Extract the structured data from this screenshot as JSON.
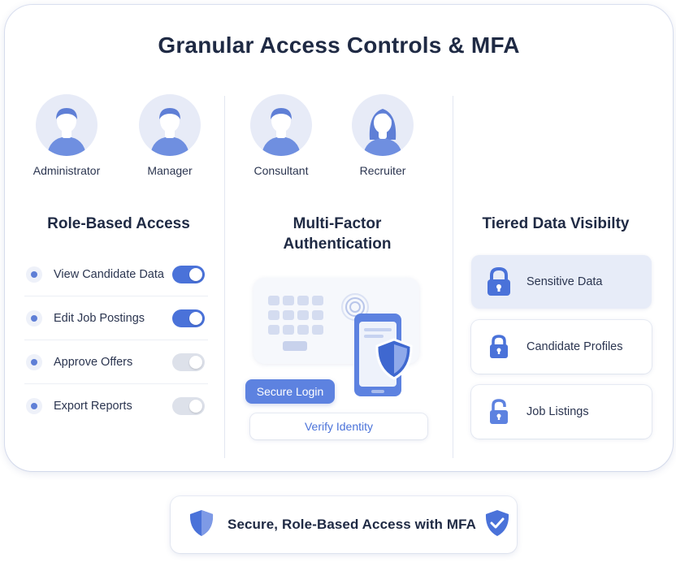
{
  "title": "Granular Access Controls & MFA",
  "roles": [
    {
      "label": "Administrator",
      "icon": "male-avatar-icon"
    },
    {
      "label": "Manager",
      "icon": "male-avatar-icon"
    },
    {
      "label": "Consultant",
      "icon": "male-avatar-icon"
    },
    {
      "label": "Recruiter",
      "icon": "female-avatar-icon"
    }
  ],
  "role_based": {
    "title": "Role-Based Access",
    "permissions": [
      {
        "label": "View Candidate Data",
        "enabled": true
      },
      {
        "label": "Edit Job Postings",
        "enabled": true
      },
      {
        "label": "Approve Offers",
        "enabled": false
      },
      {
        "label": "Export Reports",
        "enabled": false
      }
    ]
  },
  "mfa": {
    "title_line1": "Multi-Factor",
    "title_line2": "Authentication",
    "secure_login_label": "Secure Login",
    "verify_label": "Verify Identity",
    "icons": [
      "keypad-icon",
      "fingerprint-icon",
      "phone-icon",
      "shield-icon"
    ]
  },
  "tiered": {
    "title": "Tiered Data Visibilty",
    "items": [
      {
        "label": "Sensitive Data",
        "icon": "lock-closed-icon",
        "highlighted": true
      },
      {
        "label": "Candidate Profiles",
        "icon": "lock-closed-icon",
        "highlighted": false
      },
      {
        "label": "Job Listings",
        "icon": "lock-open-icon",
        "highlighted": false
      }
    ]
  },
  "footer": {
    "text": "Secure, Role-Based Access with MFA",
    "icons": [
      "shield-icon",
      "shield-check-icon"
    ]
  },
  "colors": {
    "accent": "#4a72d9",
    "accent_light": "#e7ecf8",
    "toggle_off": "#dde1ea",
    "text_dark": "#1f2a44"
  }
}
